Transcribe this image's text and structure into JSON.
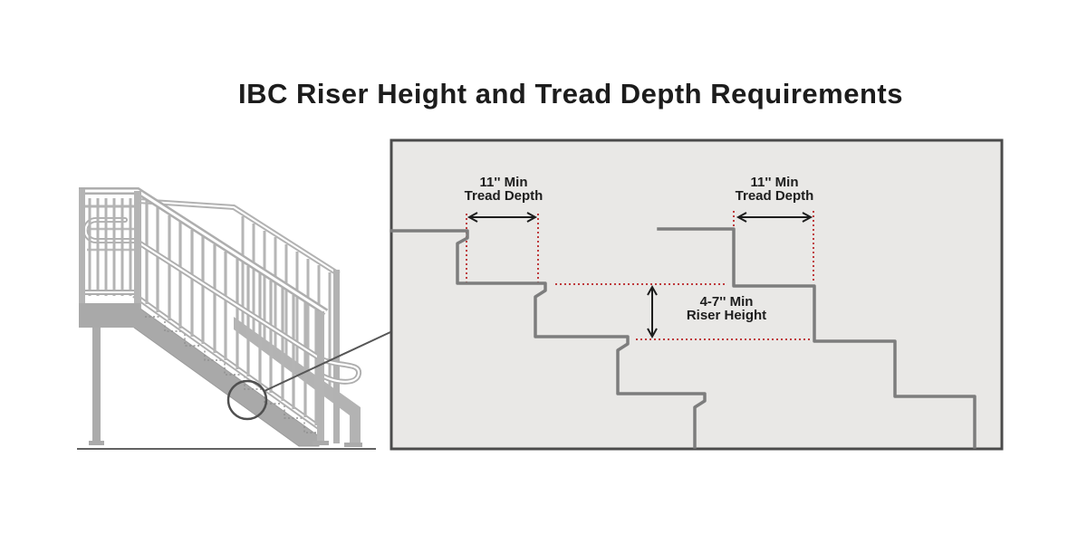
{
  "title": "IBC Riser Height and Tread Depth Requirements",
  "diagram": {
    "tread_label_left": {
      "line1": "11'' Min",
      "line2": "Tread Depth"
    },
    "tread_label_right": {
      "line1": "11'' Min",
      "line2": "Tread Depth"
    },
    "riser_label": {
      "line1": "4-7'' Min",
      "line2": "Riser Height"
    }
  },
  "colors": {
    "dimension_red": "#bf3a3c",
    "stair_profile_gray": "#7d7d7d",
    "panel_fill": "#e9e8e6",
    "panel_border": "#4b4b4b",
    "illustration_gray": "#b0b0b0",
    "text": "#1d1d1d"
  }
}
